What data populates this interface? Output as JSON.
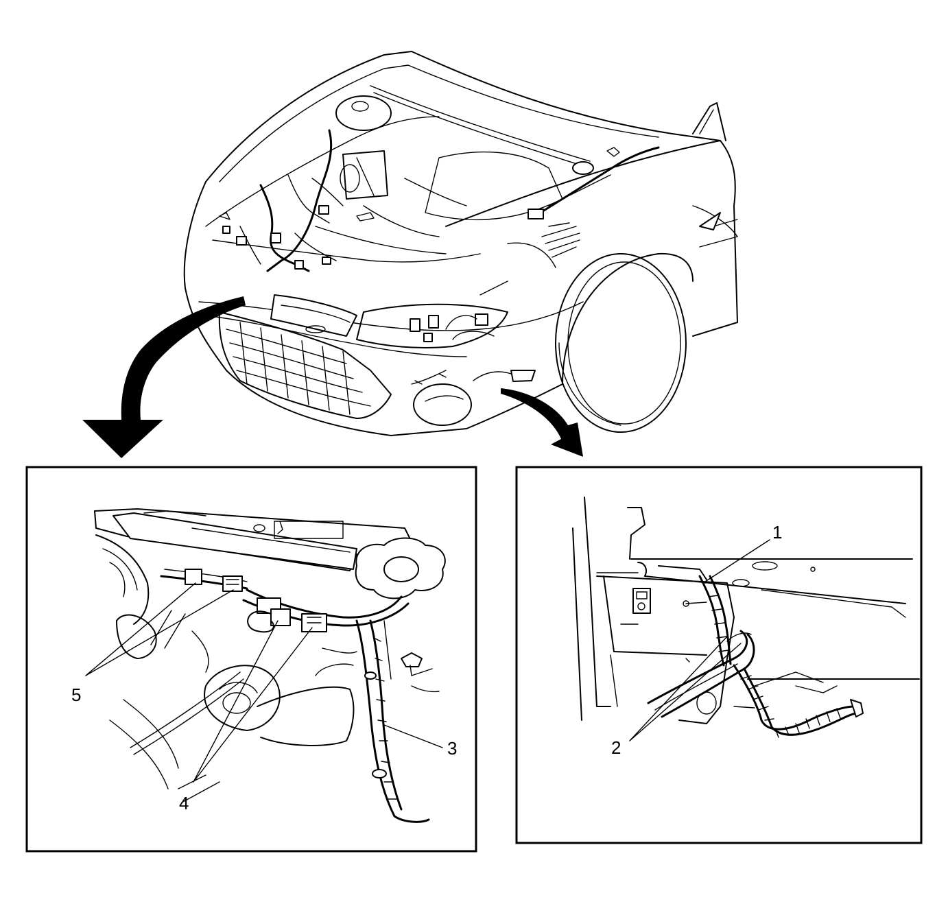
{
  "callouts": [
    {
      "id": 1,
      "label": "1"
    },
    {
      "id": 2,
      "label": "2"
    },
    {
      "id": 3,
      "label": "3"
    },
    {
      "id": 4,
      "label": "4"
    },
    {
      "id": 5,
      "label": "5"
    }
  ],
  "icons": {
    "left_arrow": "curved-arrow-down-left",
    "right_arrow": "curved-arrow-down-right"
  },
  "colors": {
    "line": "#000000",
    "background": "#ffffff"
  }
}
